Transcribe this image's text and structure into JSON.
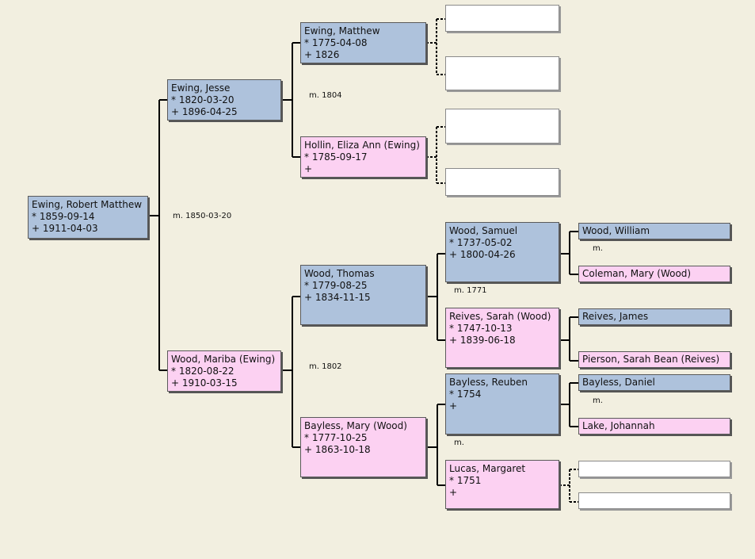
{
  "people": {
    "robert": {
      "name": "Ewing, Robert Matthew",
      "birth": "* 1859-09-14",
      "death": "+ 1911-04-03"
    },
    "jesse": {
      "name": "Ewing, Jesse",
      "birth": "* 1820-03-20",
      "death": "+ 1896-04-25"
    },
    "mariba": {
      "name": "Wood, Mariba (Ewing)",
      "birth": "* 1820-08-22",
      "death": "+ 1910-03-15"
    },
    "matthew": {
      "name": "Ewing, Matthew",
      "birth": "* 1775-04-08",
      "death": "+ 1826"
    },
    "eliza": {
      "name": "Hollin, Eliza Ann (Ewing)",
      "birth": "* 1785-09-17",
      "death": "+"
    },
    "thomas": {
      "name": "Wood, Thomas",
      "birth": "* 1779-08-25",
      "death": "+ 1834-11-15"
    },
    "maryb": {
      "name": "Bayless, Mary (Wood)",
      "birth": "* 1777-10-25",
      "death": "+ 1863-10-18"
    },
    "samuel": {
      "name": "Wood, Samuel",
      "birth": "* 1737-05-02",
      "death": "+ 1800-04-26"
    },
    "sarah": {
      "name": "Reives, Sarah (Wood)",
      "birth": "* 1747-10-13",
      "death": "+ 1839-06-18"
    },
    "reuben": {
      "name": "Bayless, Reuben",
      "birth": "* 1754",
      "death": "+"
    },
    "margaret": {
      "name": "Lucas, Margaret",
      "birth": "* 1751",
      "death": "+"
    },
    "william": {
      "name": "Wood, William"
    },
    "maryc": {
      "name": "Coleman, Mary (Wood)"
    },
    "james": {
      "name": "Reives, James"
    },
    "sarahp": {
      "name": "Pierson, Sarah Bean (Reives)"
    },
    "daniel": {
      "name": "Bayless, Daniel"
    },
    "johannah": {
      "name": "Lake, Johannah"
    }
  },
  "marriages": {
    "robert_parents": "m. 1850-03-20",
    "jesse_parents": "m. 1804",
    "mariba_parents": "m. 1802",
    "thomas_parents": "m. 1771",
    "maryb_parents": "m.",
    "samuel_parents": "m.",
    "reuben_parents": "m."
  }
}
